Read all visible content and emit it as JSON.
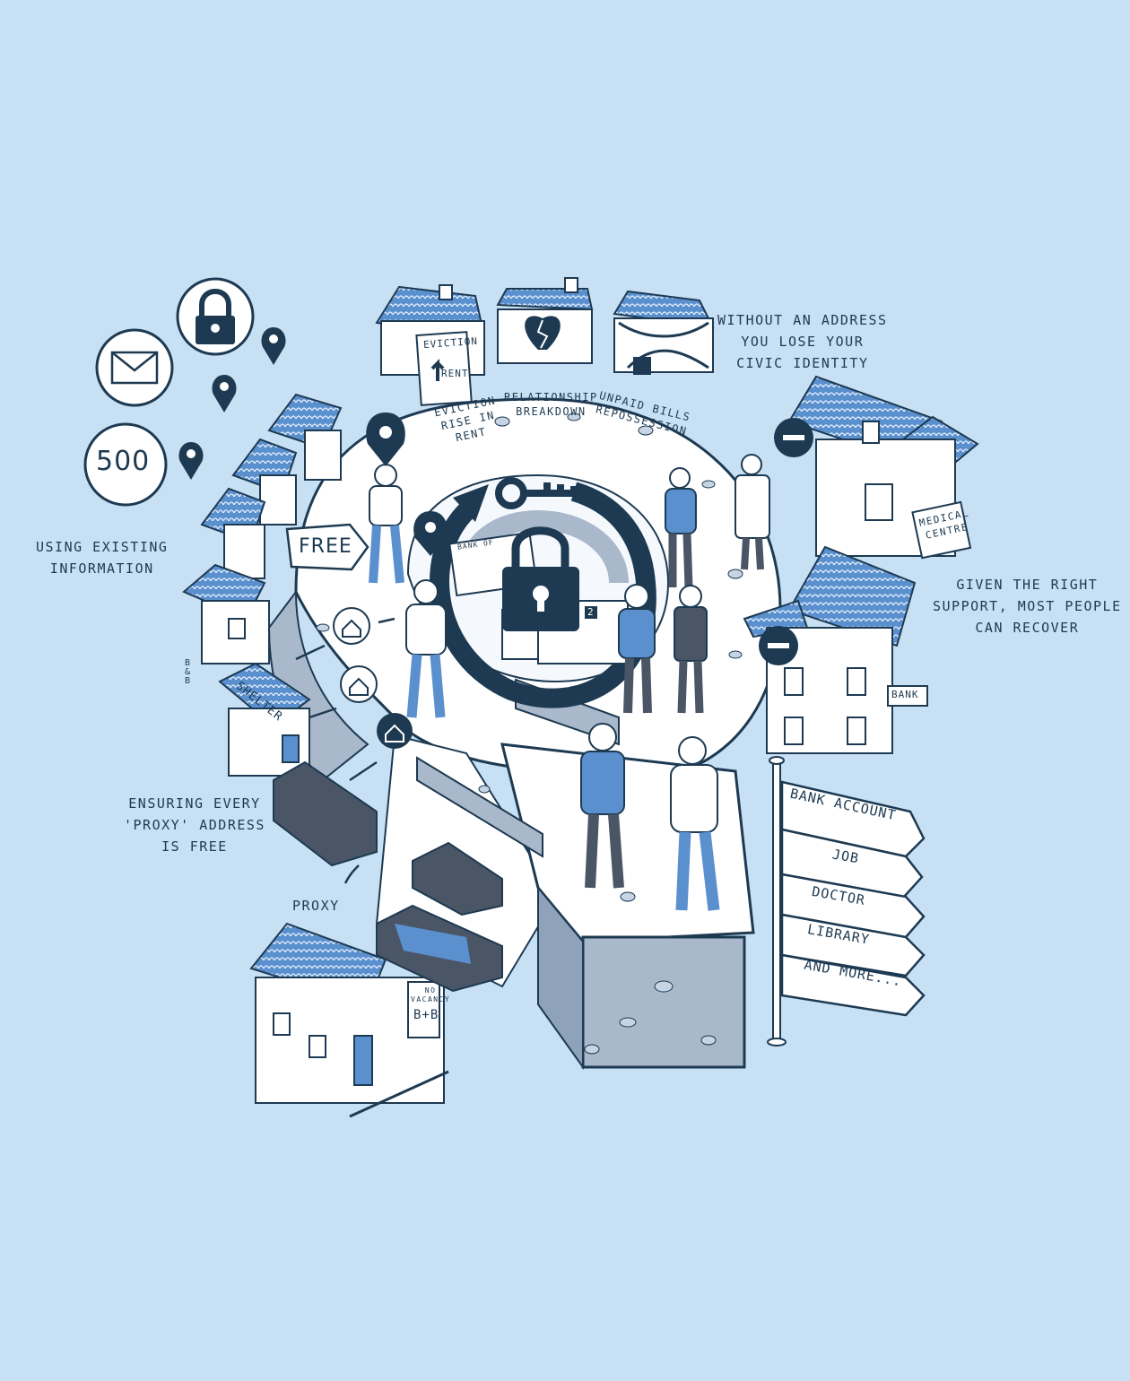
{
  "colors": {
    "background": "#c8e0f4",
    "ink": "#1d3a52",
    "roof": "#5b90cf",
    "path": "#ffffff",
    "stone": "#a9b9cb"
  },
  "labels": {
    "civic_identity": "WITHOUT AN ADDRESS\nYOU LOSE YOUR\nCIVIC IDENTITY",
    "existing_info": "USING EXISTING\nINFORMATION",
    "recover": "GIVEN THE RIGHT\nSUPPORT, MOST PEOPLE\nCAN RECOVER",
    "proxy_free": "ENSURING EVERY\n'PROXY' ADDRESS\nIS FREE",
    "proxy": "PROXY"
  },
  "causes": [
    {
      "text": "EVICTION\nRISE IN\nRENT"
    },
    {
      "text": "RELATIONSHIP\nBREAKDOWN"
    },
    {
      "text": "UNPAID BILLS\nREPOSSESSION"
    }
  ],
  "icons": {
    "counter": "500",
    "mail": "envelope-icon",
    "lock": "padlock-icon",
    "pin": "location-pin-icon"
  },
  "buildings": {
    "eviction_sign_1": "EVICTION",
    "eviction_sign_2": "RENT",
    "medical_sign": "MEDICAL\nCENTRE",
    "bank_sign": "BANK",
    "shelter_sign": "SHELTER",
    "bb_sign": "B\n&\nB",
    "no_vacancy": "NO\nVACANCY",
    "bb_sign_2": "B+B",
    "free_tag": "FREE"
  },
  "signpost": [
    {
      "text": "BANK ACCOUNT"
    },
    {
      "text": "JOB"
    },
    {
      "text": "DOCTOR"
    },
    {
      "text": "LIBRARY"
    },
    {
      "text": "AND MORE..."
    }
  ],
  "id_card": {
    "bank": "BANK OF",
    "number": "2"
  }
}
